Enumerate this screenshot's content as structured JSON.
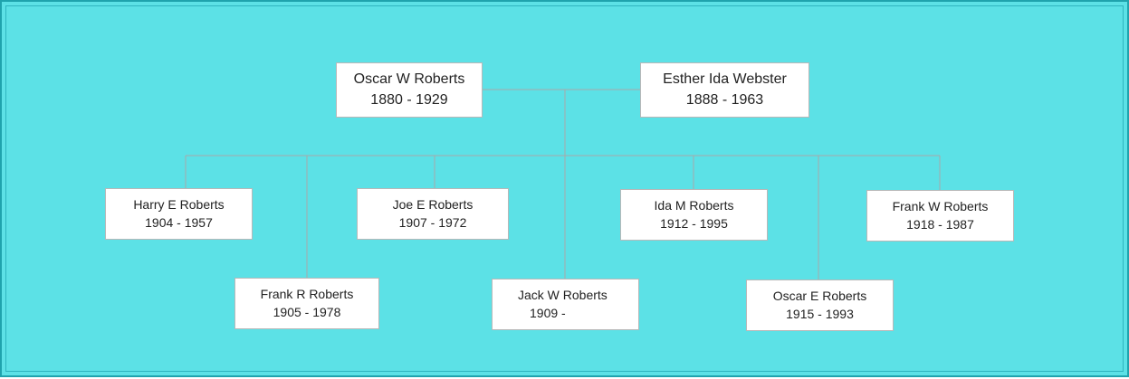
{
  "parents": [
    {
      "name": "Oscar W Roberts",
      "years": "1880 - 1929"
    },
    {
      "name": "Esther Ida Webster",
      "years": "1888 - 1963"
    }
  ],
  "children": [
    {
      "name": "Harry E Roberts",
      "years": "1904 - 1957"
    },
    {
      "name": "Frank R Roberts",
      "years": "1905 - 1978"
    },
    {
      "name": "Joe E Roberts",
      "years": "1907 - 1972"
    },
    {
      "name": "Jack W Roberts",
      "years": "1909 -"
    },
    {
      "name": "Ida M Roberts",
      "years": "1912 - 1995"
    },
    {
      "name": "Oscar E Roberts",
      "years": "1915 - 1993"
    },
    {
      "name": "Frank W Roberts",
      "years": "1918 - 1987"
    }
  ],
  "colors": {
    "background": "#5ce1e6",
    "border": "#1fa3ad",
    "box": "#ffffff",
    "connector": "#a9a9a9"
  }
}
